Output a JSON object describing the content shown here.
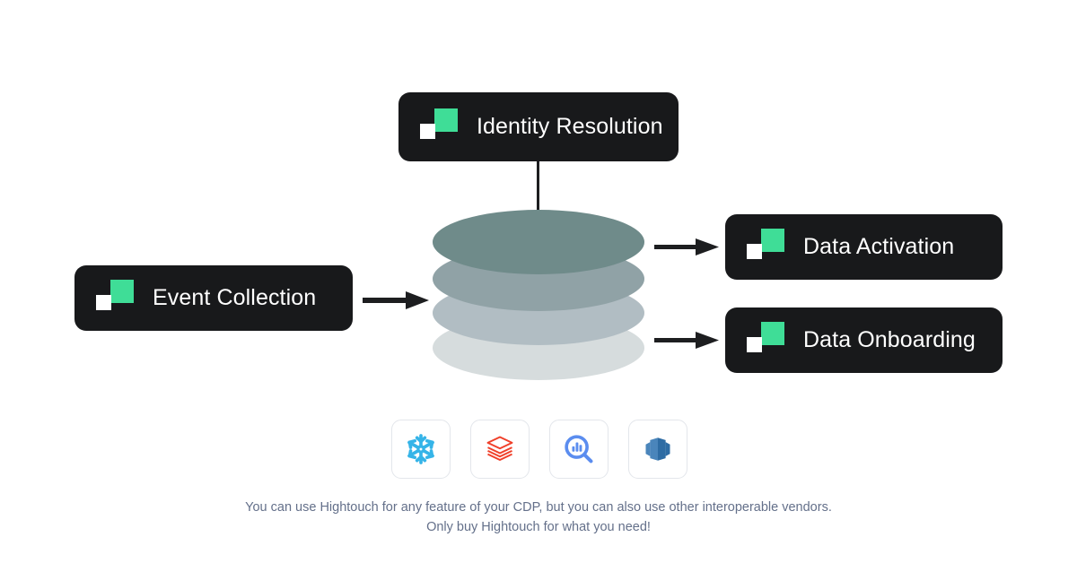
{
  "diagram": {
    "title": "Hightouch Composable CDP architecture",
    "background_color": "#ffffff",
    "card_color": "#18191b",
    "accent_green": "#3fdd97",
    "arrow_color": "#1d1e20",
    "nodes": [
      {
        "id": "identity-resolution",
        "label": "Identity Resolution",
        "icon": "hightouch-logo-icon"
      },
      {
        "id": "event-collection",
        "label": "Event Collection",
        "icon": "hightouch-logo-icon"
      },
      {
        "id": "data-activation",
        "label": "Data Activation",
        "icon": "hightouch-logo-icon"
      },
      {
        "id": "data-onboarding",
        "label": "Data Onboarding",
        "icon": "hightouch-logo-icon"
      }
    ],
    "warehouse": {
      "name": "data-warehouse-stack",
      "layers": [
        {
          "color": "#6f8b8a"
        },
        {
          "color": "#90a2a6"
        },
        {
          "color": "#b1bdc3"
        },
        {
          "color": "#d6dcdd"
        }
      ]
    },
    "connections": [
      {
        "from": "identity-resolution",
        "to": "data-warehouse-stack",
        "style": "line"
      },
      {
        "from": "event-collection",
        "to": "data-warehouse-stack",
        "style": "arrow"
      },
      {
        "from": "data-warehouse-stack",
        "to": "data-activation",
        "style": "arrow"
      },
      {
        "from": "data-warehouse-stack",
        "to": "data-onboarding",
        "style": "arrow"
      }
    ],
    "vendors": [
      {
        "id": "snowflake",
        "icon": "snowflake-icon",
        "color": "#35b4e8"
      },
      {
        "id": "databricks",
        "icon": "databricks-icon",
        "color": "#f0402a"
      },
      {
        "id": "bigquery",
        "icon": "bigquery-icon",
        "color": "#5b8def"
      },
      {
        "id": "redshift",
        "icon": "redshift-icon",
        "color": "#2e6ca4"
      }
    ],
    "caption": {
      "line1": "You can use Hightouch for any feature of your CDP, but you can also use other interoperable vendors.",
      "line2": "Only buy Hightouch for what you need!",
      "color": "#64708a"
    }
  }
}
